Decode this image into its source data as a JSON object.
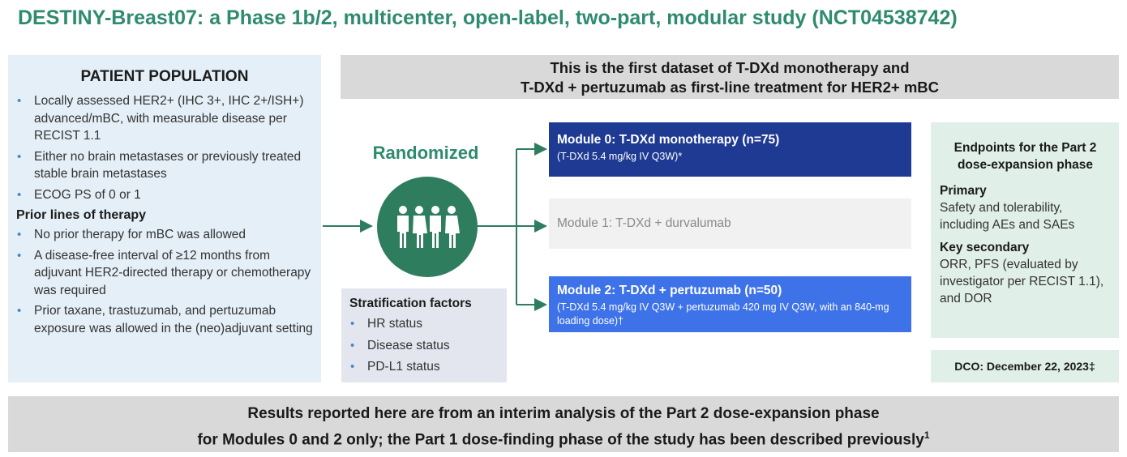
{
  "title": "DESTINY-Breast07: a Phase 1b/2, multicenter, open-label, two-part, modular study (NCT04538742)",
  "patient_population": {
    "heading": "PATIENT POPULATION",
    "bullets": [
      "Locally assessed HER2+ (IHC 3+, IHC 2+/ISH+) advanced/mBC, with measurable disease per RECIST 1.1",
      "Either no brain metastases or previously treated stable brain metastases",
      "ECOG PS of 0 or 1"
    ],
    "prior_heading": "Prior lines of therapy",
    "prior_bullets": [
      "No prior therapy for mBC was allowed",
      "A disease-free interval of ≥12 months from adjuvant HER2-directed therapy or chemotherapy was required",
      "Prior taxane, trastuzumab, and pertuzumab exposure was allowed in the (neo)adjuvant setting"
    ]
  },
  "top_banner": {
    "line1": "This is the first dataset of T-DXd monotherapy and",
    "line2": "T-DXd + pertuzumab as first-line treatment for HER2+ mBC"
  },
  "randomized_label": "Randomized",
  "stratification": {
    "heading": "Stratification factors",
    "items": [
      "HR status",
      "Disease status",
      "PD-L1 status"
    ]
  },
  "modules": {
    "m0": {
      "title": "Module 0: T-DXd monotherapy (n=75)",
      "detail": "(T-DXd 5.4 mg/kg IV Q3W)*",
      "color": "#1f3a93"
    },
    "m1": {
      "title": "Module 1: T-DXd + durvalumab",
      "color": "#f1f1f1"
    },
    "m2": {
      "title": "Module 2: T-DXd + pertuzumab (n=50)",
      "detail": "(T-DXd 5.4 mg/kg IV Q3W + pertuzumab 420 mg IV Q3W, with an 840-mg loading dose)†",
      "color": "#3d72e8"
    }
  },
  "endpoints": {
    "heading": "Endpoints for the Part 2 dose-expansion phase",
    "primary_label": "Primary",
    "primary_text": "Safety and tolerability, including AEs and SAEs",
    "secondary_label": "Key secondary",
    "secondary_text": "ORR, PFS (evaluated by investigator per RECIST 1.1), and DOR"
  },
  "dco": "DCO: December 22, 2023‡",
  "bottom_banner": {
    "line1": "Results reported here are from an interim analysis of the Part 2 dose-expansion phase",
    "line2": "for Modules 0 and 2 only; the Part 1 dose-finding phase of the study has been described previously",
    "footnote": "1"
  },
  "colors": {
    "accent_green": "#2e8b6e",
    "circle_green": "#2e7d5e",
    "module0": "#1f3a93",
    "module2": "#3d72e8"
  },
  "icons": [
    "people-group-icon"
  ]
}
